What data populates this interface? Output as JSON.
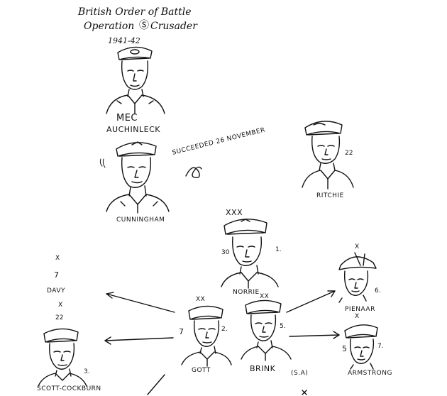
{
  "title": {
    "line1": "British Order of Battle",
    "line2_a": "Operation",
    "line2_b": "Crusader",
    "line3": "1941-42"
  },
  "auchinleck": {
    "rank": "MEC",
    "name": "AUCHINLECK"
  },
  "cunningham": {
    "name": "CUNNINGHAM"
  },
  "succession": {
    "text": "SUCCEEDED 26 NOVEMBER"
  },
  "ritchie": {
    "name": "RITCHIE",
    "number": "22"
  },
  "norrie": {
    "rank": "XXX",
    "name": "NORRIE",
    "number": "30",
    "sub": "1."
  },
  "gott": {
    "rank": "XX",
    "name": "GOTT",
    "number": "7",
    "sub": "2."
  },
  "brink": {
    "rank": "XX",
    "name": "BRINK",
    "sub": "5.",
    "unit": "(S.A)"
  },
  "pienaar": {
    "rank": "X",
    "name": "PIENAAR",
    "number": "6."
  },
  "armstrong": {
    "rank": "X",
    "name": "ARMSTRONG",
    "number": "5",
    "sub": "7."
  },
  "davy": {
    "rank": "X",
    "number": "7",
    "name": "DAVY"
  },
  "scott": {
    "rank": "X",
    "number": "22",
    "name": "SCOTT-COCKBURN",
    "sub": "3."
  },
  "colors": {
    "ink": "#111111",
    "paper": "#ffffff"
  }
}
